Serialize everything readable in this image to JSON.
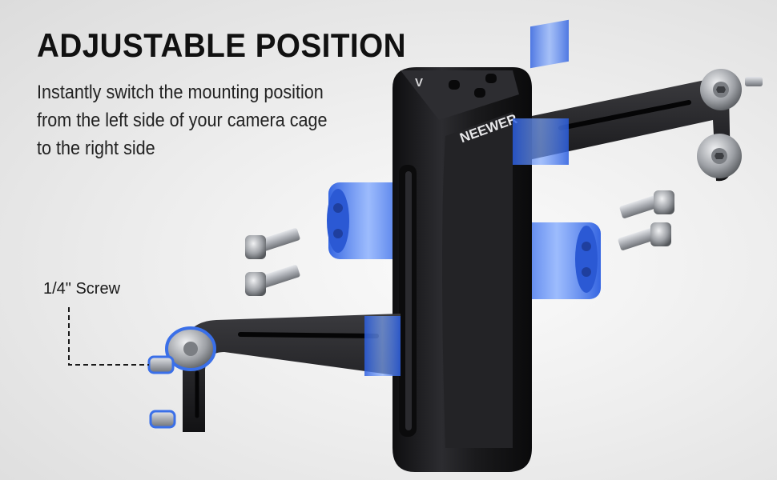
{
  "headline": "ADJUSTABLE POSITION",
  "description": "Instantly switch the mounting position from the left side of your camera cage to the right side",
  "callout": {
    "screw_label": "1/4\" Screw"
  },
  "product": {
    "brand_logo": "NEEWER",
    "direction_mark": "V"
  },
  "colors": {
    "metal_black": "#1c1c1e",
    "highlight_blue": "#3a6fe8",
    "steel": "#b9bcc1"
  }
}
